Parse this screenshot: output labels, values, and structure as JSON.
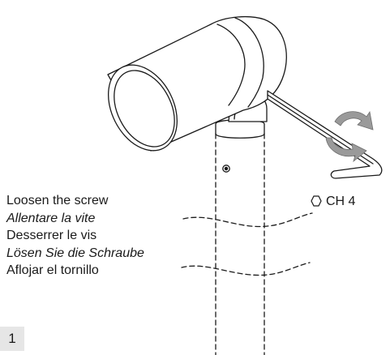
{
  "instructions": {
    "en": "Loosen the screw",
    "it": "Allentare la vite",
    "fr": "Desserrer le vis",
    "de": "Lösen Sie die Schraube",
    "es": "Aflojar el tornillo"
  },
  "tool_label": "CH 4",
  "step_number": "1",
  "icons": {
    "tool_size_symbol": "hexagon-icon",
    "rotation": "rotate-arrows-icon"
  },
  "colors": {
    "line": "#1a1a1a",
    "arrow_gray": "#9a9a9a",
    "step_badge": "#e6e6e6"
  }
}
